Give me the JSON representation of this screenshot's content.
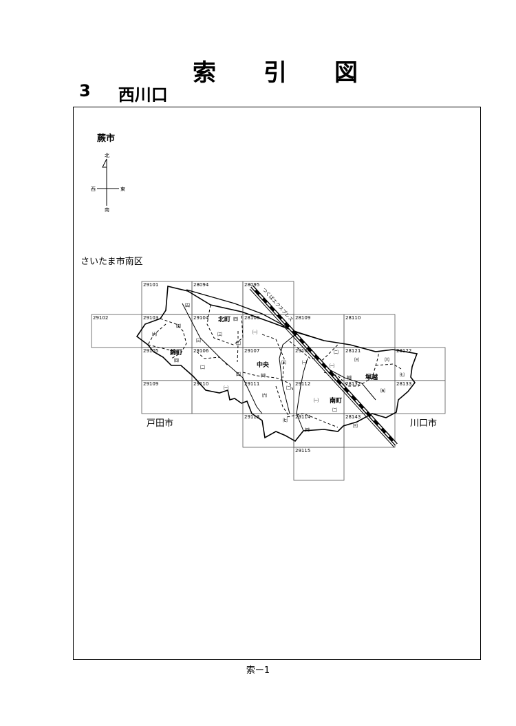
{
  "header": {
    "title_chars": [
      "索",
      "引",
      "図"
    ],
    "section_number": "3",
    "section_name": "西川口"
  },
  "map": {
    "north_city": "蕨市",
    "southwest_city": "さいたま市南区",
    "west_city": "戸田市",
    "east_city": "川口市",
    "compass": {
      "north": "北",
      "south": "南",
      "east": "東",
      "west": "西"
    },
    "railway_label": "つくばエクスプレス",
    "sheets": [
      "29101",
      "28094",
      "28095",
      "29102",
      "29103",
      "29104",
      "28108",
      "28109",
      "28110",
      "29105",
      "29106",
      "29107",
      "29108",
      "28121",
      "28122",
      "29109",
      "29110",
      "29111",
      "29112",
      "28132",
      "28133",
      "29113",
      "29114",
      "28143",
      "29115"
    ],
    "districts": [
      "北町",
      "錦町",
      "中央",
      "南町",
      "塚越"
    ],
    "chome": [
      "㈠",
      "㈡",
      "㈢",
      "㈣",
      "㈤",
      "㈥",
      "㈦"
    ]
  },
  "footer": {
    "page_label": "索ー1"
  }
}
